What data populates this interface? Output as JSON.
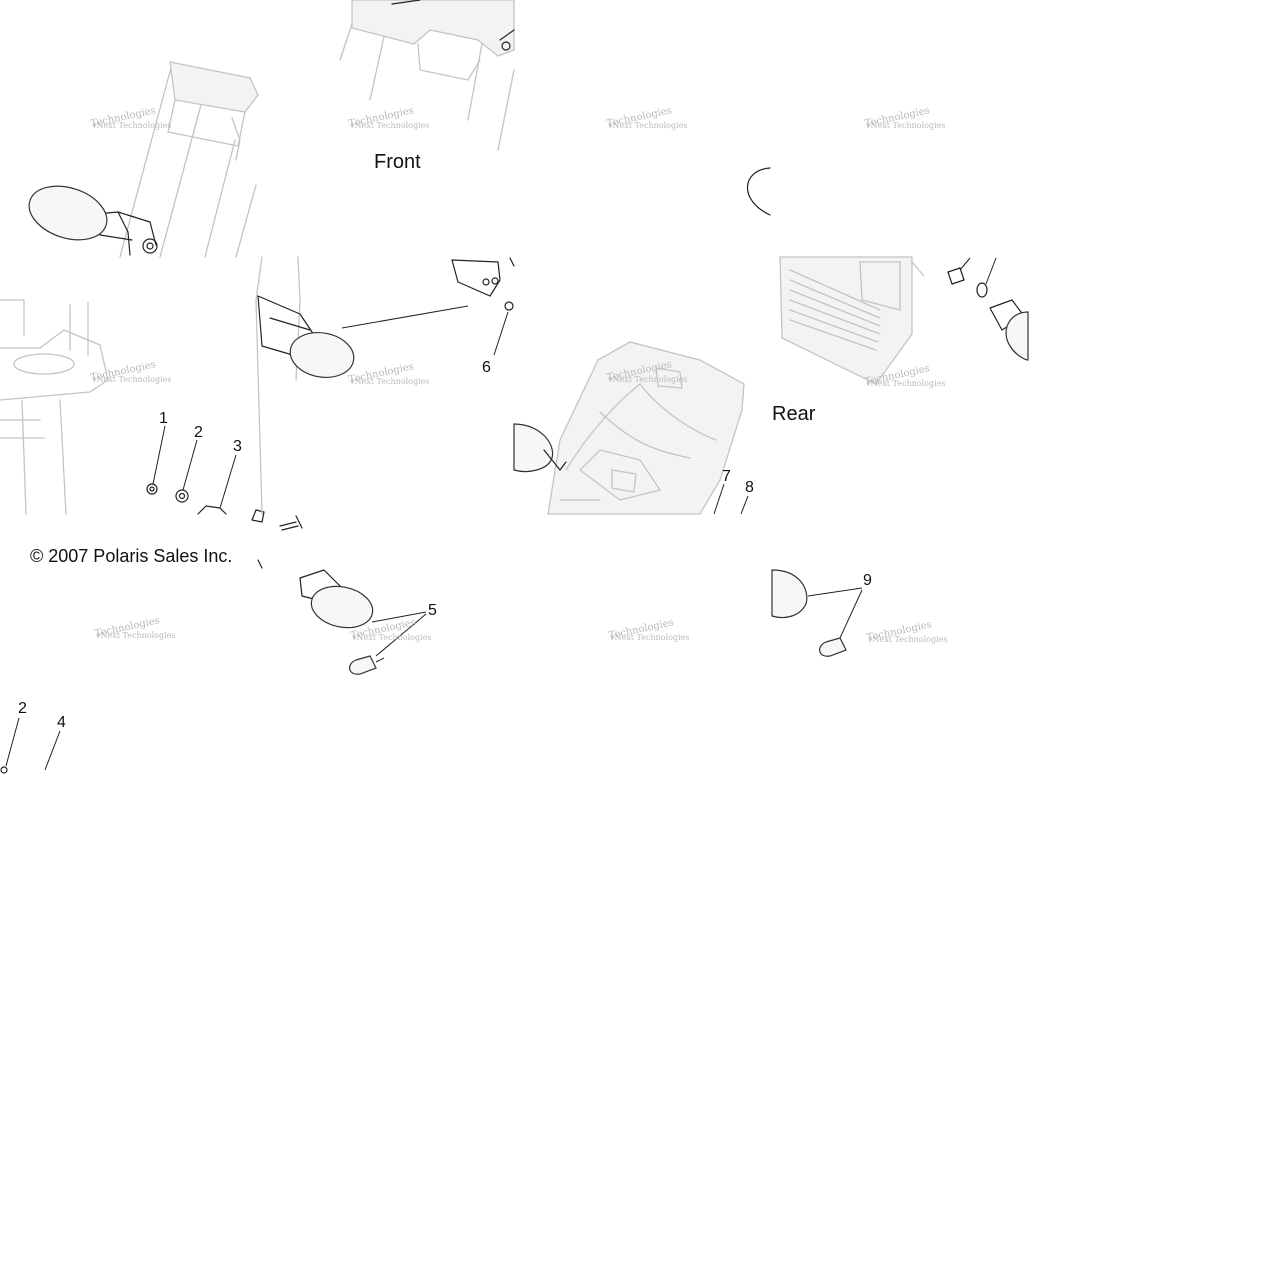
{
  "labels": {
    "front": "Front",
    "rear": "Rear",
    "copyright": "© 2007 Polaris Sales Inc."
  },
  "callouts": {
    "c1": "1",
    "c2a": "2",
    "c3": "3",
    "c6": "6",
    "c7": "7",
    "c8": "8",
    "c5": "5",
    "c9": "9",
    "c2b": "2",
    "c4": "4"
  },
  "watermark": {
    "line1": "vNext Technologies",
    "line2": "Technologies"
  }
}
